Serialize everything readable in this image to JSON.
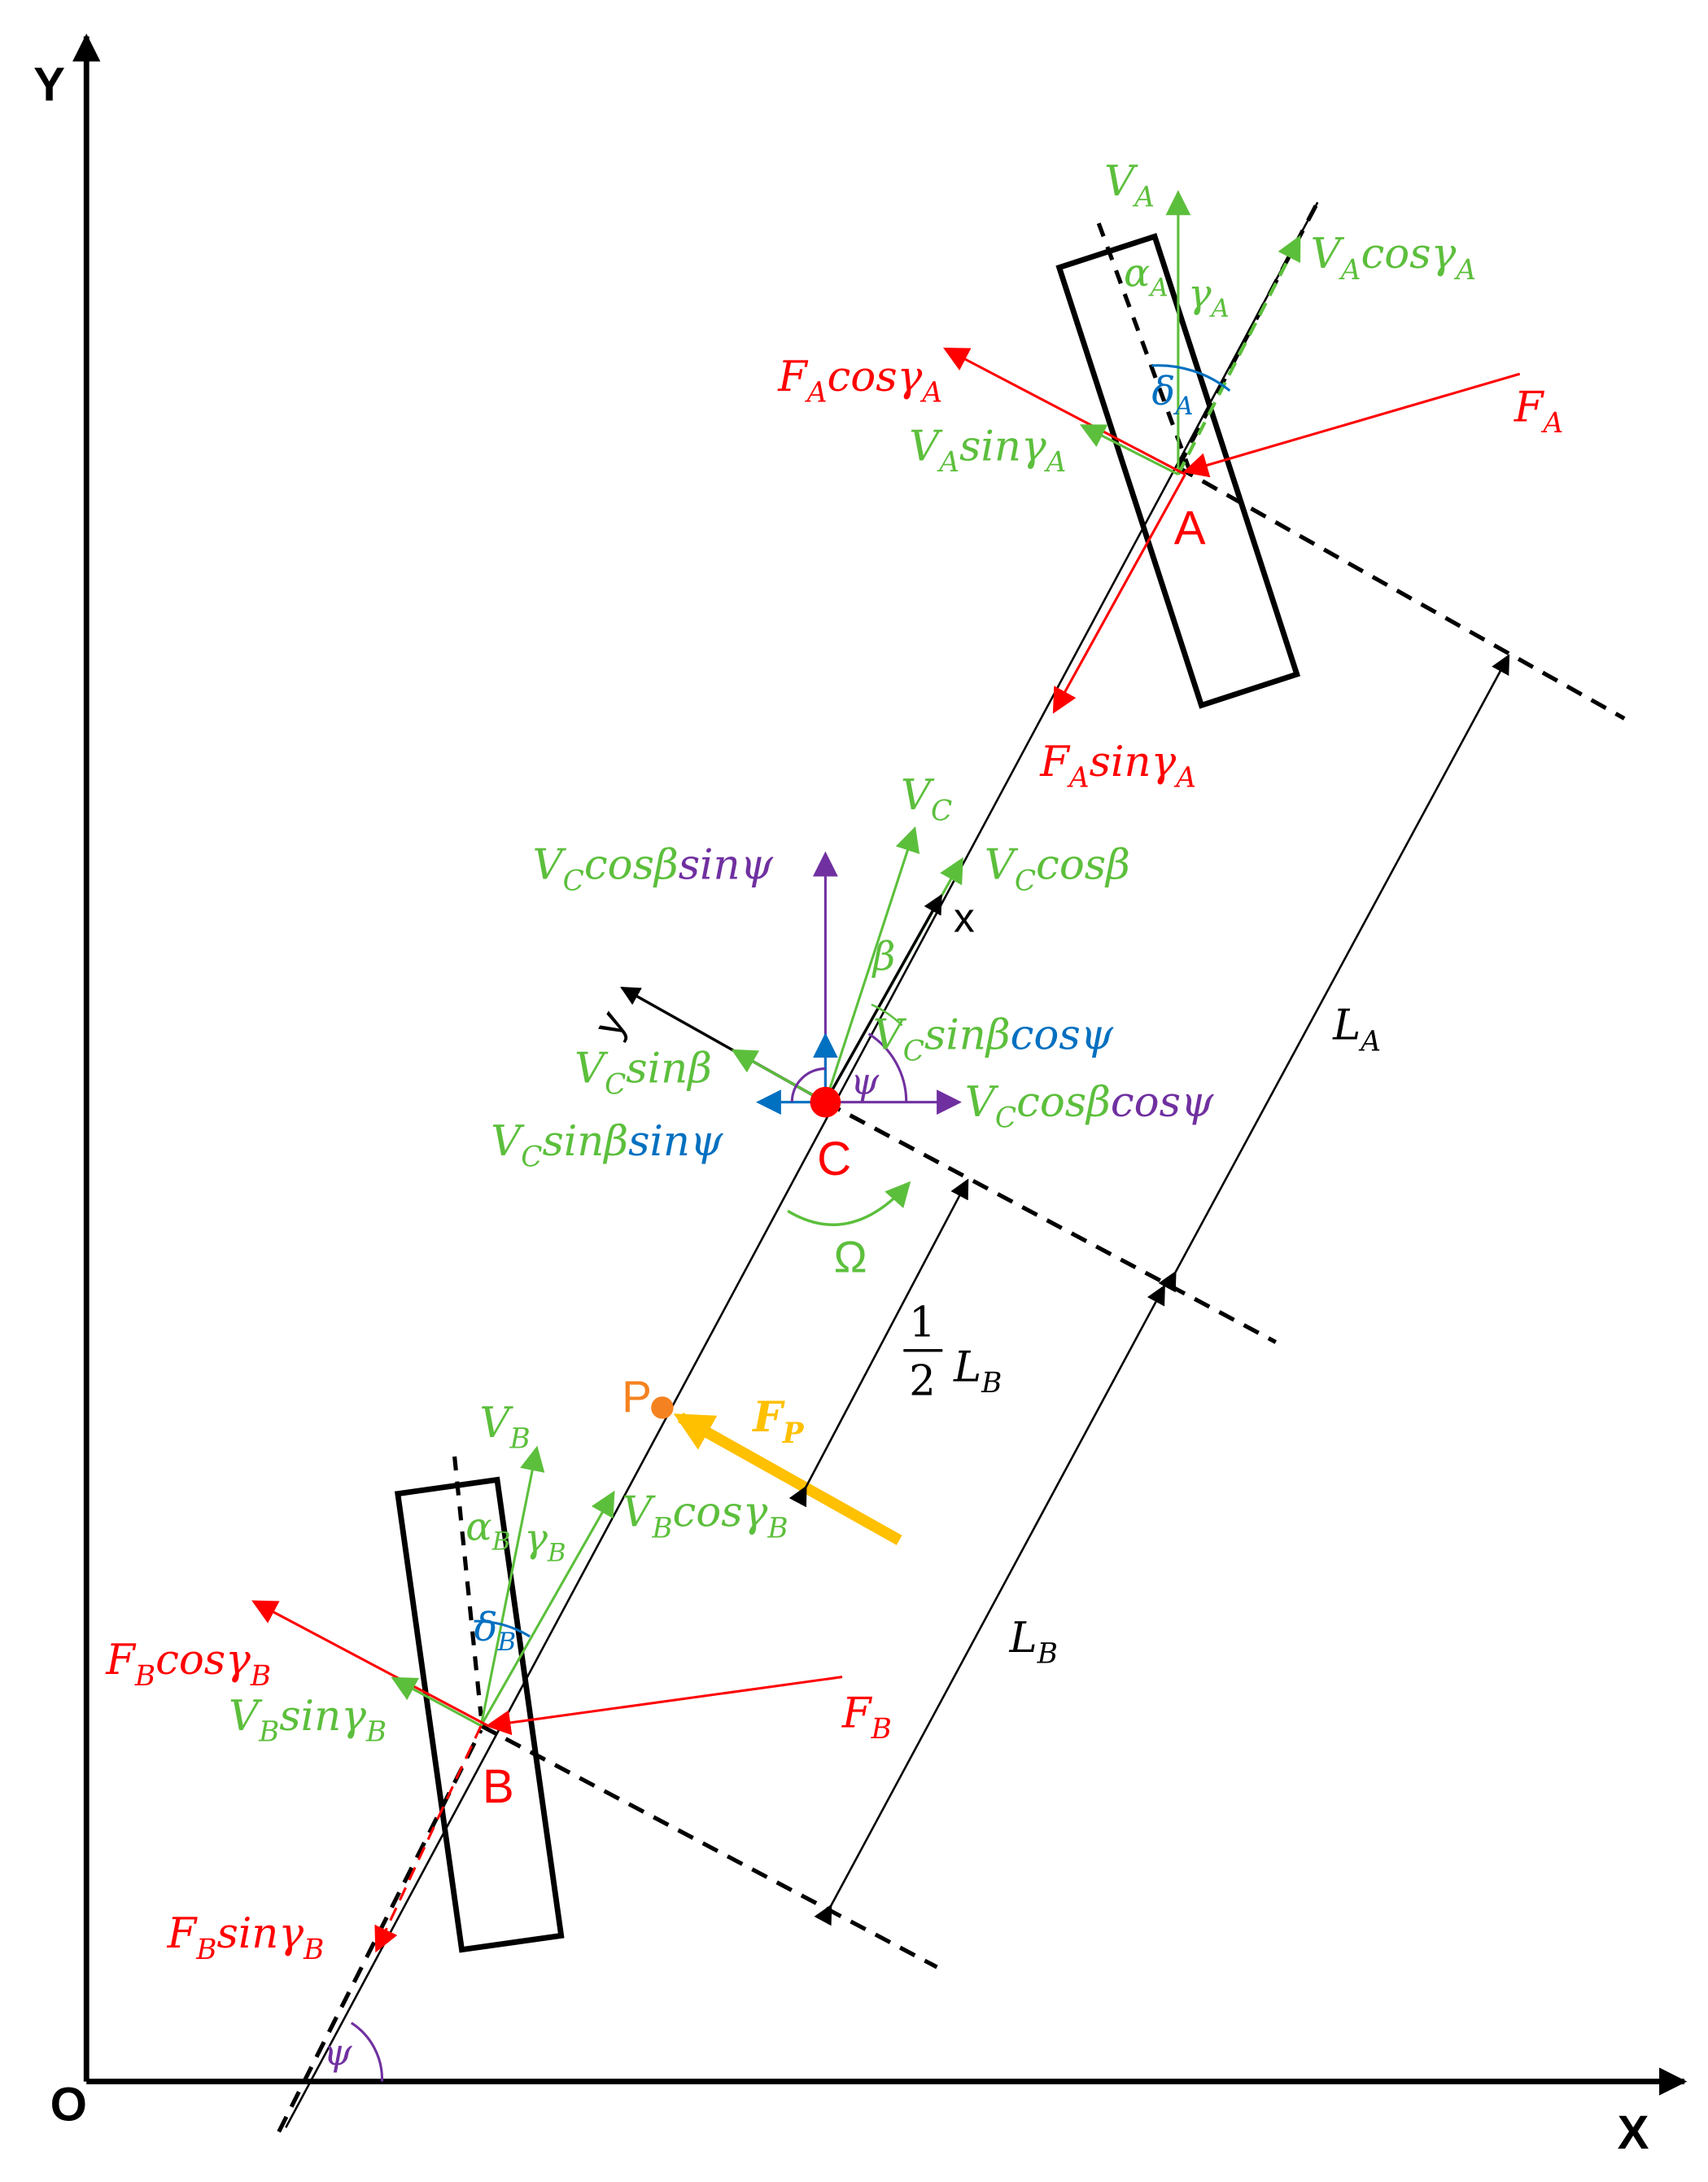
{
  "colors": {
    "red": "#ff0000",
    "green": "#5cbf3c",
    "purple": "#7030a0",
    "blue": "#0070c0",
    "orange": "#f58220",
    "yellow": "#ffc000",
    "black": "#000000"
  },
  "axes": {
    "x": "X",
    "y": "Y",
    "origin": "O"
  },
  "points": {
    "A": "A",
    "B": "B",
    "C": "C",
    "P": "P"
  },
  "local_axes": {
    "x": "x",
    "y": "y"
  },
  "front": {
    "VA": "V",
    "VA_sub": "A",
    "VAcos": "V",
    "VAcos_sub": "A",
    "VAcos_mid": "cosγ",
    "VAcos_sub2": "A",
    "FAcos": "F",
    "FAcos_sub": "A",
    "FAcos_mid": "cosγ",
    "FAcos_sub2": "A",
    "VAsin": "V",
    "VAsin_sub": "A",
    "VAsin_mid": "sinγ",
    "VAsin_sub2": "A",
    "FA": "F",
    "FA_sub": "A",
    "FAsin": "F",
    "FAsin_sub": "A",
    "FAsin_mid": "sinγ",
    "FAsin_sub2": "A",
    "alpha": "α",
    "alpha_sub": "A",
    "gamma": "γ",
    "gamma_sub": "A",
    "delta": "δ",
    "delta_sub": "A"
  },
  "center": {
    "VC": "V",
    "VC_sub": "C",
    "VCcos": "V",
    "VCcos_sub": "C",
    "VCcos_mid": "cosβ",
    "VCcosSin": "V",
    "VCcosSin_sub": "C",
    "VCcosSin_mid": "cosβ",
    "VCcosSin_end": "sinψ",
    "VCsinCos": "V",
    "VCsinCos_sub": "C",
    "VCsinCos_mid": "sinβ",
    "VCsinCos_end": "cosψ",
    "VCsin": "V",
    "VCsin_sub": "C",
    "VCsin_mid": "sinβ",
    "VCsinSin": "V",
    "VCsinSin_sub": "C",
    "VCsinSin_mid": "sinβ",
    "VCsinSin_end": "sinψ",
    "VCcosCos": "V",
    "VCcosCos_sub": "C",
    "VCcosCos_mid": "cosβ",
    "VCcosCos_end": "cosψ",
    "beta": "β",
    "psi": "ψ",
    "omega": "Ω"
  },
  "rear": {
    "VB": "V",
    "VB_sub": "B",
    "VBcos": "V",
    "VBcos_sub": "B",
    "VBcos_mid": "cosγ",
    "VBcos_sub2": "B",
    "FBcos": "F",
    "FBcos_sub": "B",
    "FBcos_mid": "cosγ",
    "FBcos_sub2": "B",
    "VBsin": "V",
    "VBsin_sub": "B",
    "VBsin_mid": "sinγ",
    "VBsin_sub2": "B",
    "FB": "F",
    "FB_sub": "B",
    "FBsin": "F",
    "FBsin_sub": "B",
    "FBsin_mid": "sinγ",
    "FBsin_sub2": "B",
    "alpha": "α",
    "alpha_sub": "B",
    "gamma": "γ",
    "gamma_sub": "B",
    "delta": "δ",
    "delta_sub": "B",
    "psi": "ψ"
  },
  "push": {
    "FP": "F",
    "FP_sub": "P"
  },
  "dims": {
    "LA": "L",
    "LA_sub": "A",
    "LB": "L",
    "LB_sub": "B",
    "half_num": "1",
    "half_den": "2",
    "halfLB": "L",
    "halfLB_sub": "B"
  }
}
